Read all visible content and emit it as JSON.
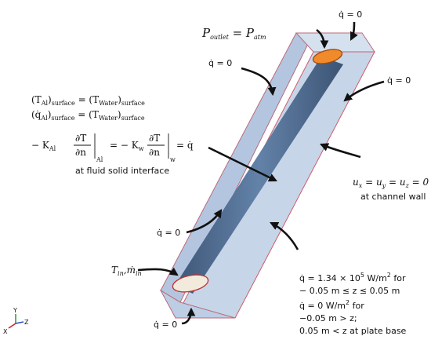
{
  "labels": {
    "q_top": "q̇ = 0",
    "outlet_lhs": "P",
    "outlet_lhs_sub": "outlet",
    "outlet_eq": " = P",
    "outlet_rhs_sub": "atm",
    "q_left_top": "q̇ = 0",
    "q_right_top": "q̇ = 0",
    "eq_T_line": "(T",
    "eq_T_sub_al": "Al",
    "eq_T_mid": ")",
    "eq_T_sub_surface": "surface",
    "eq_T_eq": " = (T",
    "eq_T_sub_water": "Water",
    "eq_q_line": "(q̇",
    "flux_intro": "− K",
    "flux_kal_sub": "Al",
    "flux_dT": "∂T",
    "flux_dn": "∂n",
    "flux_eq": "= − K",
    "flux_kw_sub": "w",
    "flux_end": "= q̇",
    "flux_sub_al": "Al",
    "flux_sub_w": "w",
    "interface_note": "at fluid solid interface",
    "velocity_eq": "u",
    "velocity_x": "x",
    "velocity_y": "y",
    "velocity_z": "z",
    "velocity_zero": " = 0",
    "wall_note": "at channel wall",
    "q_left_bottom": "q̇ = 0",
    "inlet": "T",
    "inlet_sub": "in",
    "inlet_m": "ṁ",
    "heat_line1": "q̇ = 1.34 × 10",
    "heat_line1_exp": "5",
    "heat_line1_unit": " W/m",
    "heat_line1_unit_exp": "2",
    "heat_line1_end": " for",
    "heat_line2": "− 0.05 m ≤ z ≤ 0.05 m",
    "heat_line3": "q̇ = 0 W/m",
    "heat_line3_exp": "2",
    "heat_line3_end": " for",
    "heat_line4": "−0.05 m > z;",
    "heat_line5": "0.05 m < z at plate base",
    "q_bottom": "q̇ = 0",
    "axis_y": "Y",
    "axis_x": "X",
    "axis_z": "Z"
  },
  "colors": {
    "block_fill": "#c2d2e6",
    "block_edge": "#d05a6a",
    "channel": "#4f6b8f",
    "outlet": "#f08a2a",
    "inlet": "#f2eadc"
  }
}
